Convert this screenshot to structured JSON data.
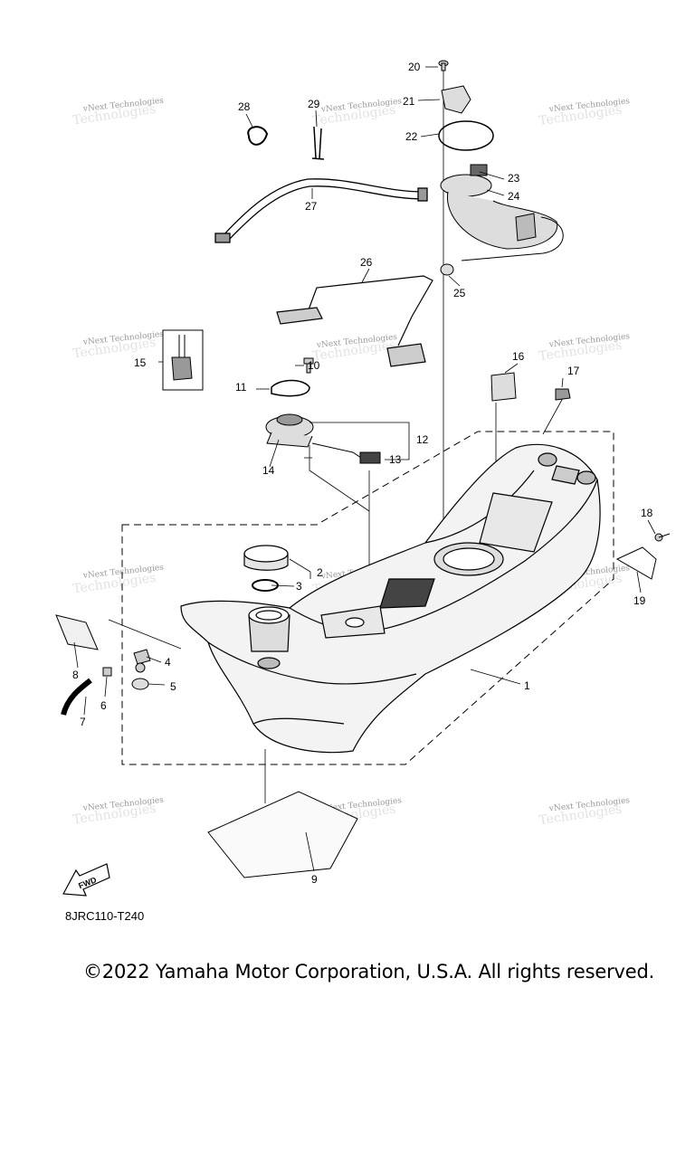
{
  "diagram": {
    "code": "8JRC110-T240",
    "copyright": "©2022 Yamaha Motor Corporation, U.S.A. All rights reserved.",
    "watermark": "vNext Technologies",
    "fwd_label": "FWD",
    "callouts": [
      "1",
      "2",
      "3",
      "4",
      "5",
      "6",
      "7",
      "8",
      "9",
      "10",
      "11",
      "12",
      "13",
      "14",
      "15",
      "16",
      "17",
      "18",
      "19",
      "20",
      "21",
      "22",
      "23",
      "24",
      "25",
      "26",
      "27",
      "28",
      "29"
    ]
  }
}
